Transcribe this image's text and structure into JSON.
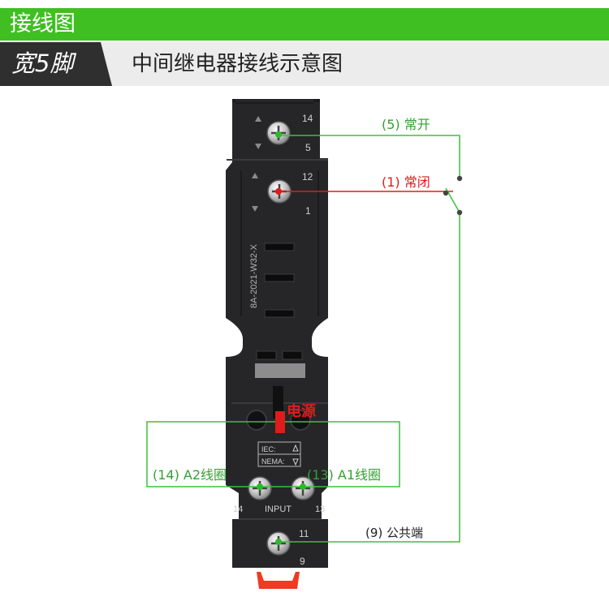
{
  "header": {
    "title": "接线图",
    "tab_label": "宽5脚",
    "subtitle": "中间继电器接线示意图"
  },
  "colors": {
    "header_green": "#3fbf22",
    "wire_green": "#3cc03c",
    "wire_red": "#e01b1b",
    "relay_body": "#262628"
  },
  "relay": {
    "model": "8A-2021-W32-X",
    "pin_top_a": "14",
    "pin_top_b": "5",
    "pin_mid_a": "12",
    "pin_mid_b": "1",
    "pin_coil_left": "14",
    "pin_coil_right": "13",
    "input_label": "INPUT",
    "pin_bottom_a": "11",
    "pin_bottom_b": "9",
    "iec_label": "IEC:",
    "nema_label": "NEMA:"
  },
  "labels": {
    "normally_open": "(5) 常开",
    "normally_closed": "(1) 常闭",
    "power": "电源",
    "coil_a2": "(14) A2线圈",
    "coil_a1": "(13) A1线圈",
    "common": "(9) 公共端"
  }
}
